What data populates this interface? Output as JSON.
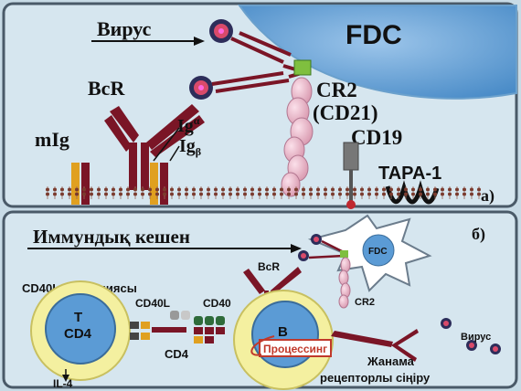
{
  "panel_a": {
    "virus_label": "Вирус",
    "fdc_label": "FDC",
    "bcr_label": "BcR",
    "cr2_label": "CR2",
    "cd21_label": "(CD21)",
    "mig_label": "mIg",
    "ig_alpha_label": "Ig",
    "ig_alpha_sup": "α",
    "ig_beta_label": "Ig",
    "ig_beta_sub": "β",
    "cd19_label": "CD19",
    "tapa_label": "TAPA-1",
    "letter": "а)"
  },
  "panel_b": {
    "immune_complex_label": "Иммундық кешен",
    "letter": "б)",
    "fdc_label": "FDC",
    "bcr_label": "BcR",
    "cr2_label": "CR2",
    "cd40l_induction_label": "CD40L Индукциясы",
    "cd40l_label": "CD40L",
    "cd40_label": "CD40",
    "t_label": "T",
    "cd4_cell_label": "CD4",
    "b_label": "B",
    "cd4_label": "CD4",
    "processing_label": "Процессинг",
    "virus_label": "Вирус",
    "side_receptor_line1": "Жанама",
    "side_receptor_line2": "рецепторлы сіңіру",
    "il4_label": "IL-4"
  },
  "colors": {
    "background": "#c8dbe6",
    "fdc": "#5b9bd5",
    "receptor": "#7a1526",
    "cr2_beads": "#e8b8c8",
    "cell_outer": "#f4f0a0",
    "cell_inner": "#5b9bd5",
    "membrane": "#8b4a3a",
    "virus": "#3a3a6a",
    "processing_border": "#c0392b"
  }
}
